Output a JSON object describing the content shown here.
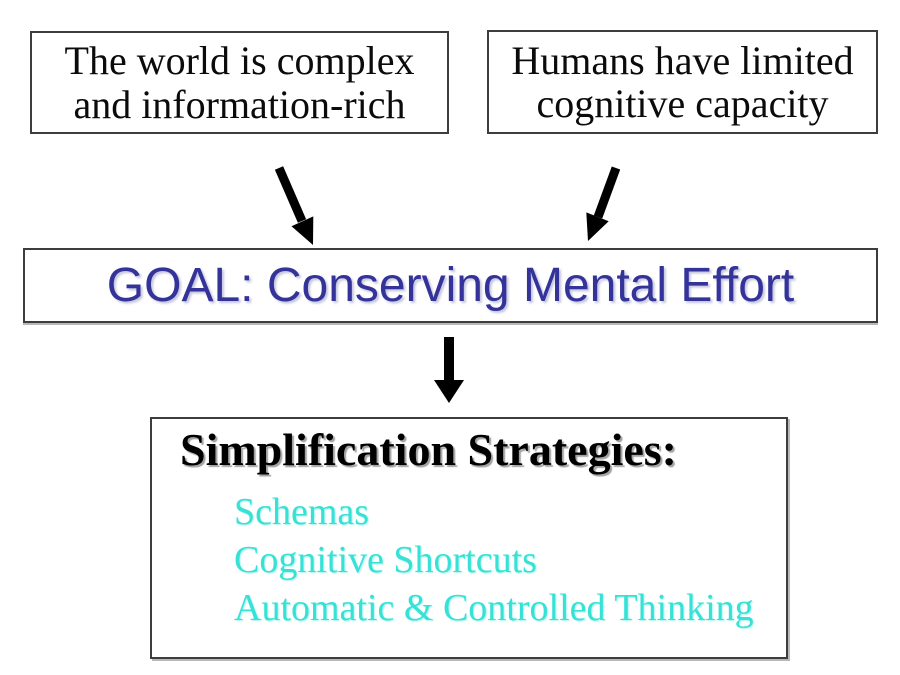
{
  "slide": {
    "background_color": "#ffffff",
    "box_border_color": "#3d3d3d",
    "premise_boxes": [
      {
        "id": "world-complexity",
        "lines": [
          "The world is complex",
          "and information-rich"
        ]
      },
      {
        "id": "limited-cognition",
        "lines": [
          "Humans have limited",
          "cognitive capacity"
        ]
      }
    ],
    "arrows": [
      {
        "icon": "arrow-down-right-icon",
        "color": "#000000"
      },
      {
        "icon": "arrow-down-left-icon",
        "color": "#000000"
      },
      {
        "icon": "arrow-down-icon",
        "color": "#000000"
      }
    ],
    "goal_box": {
      "text": "GOAL: Conserving Mental Effort",
      "text_color": "#333399"
    },
    "strategies_box": {
      "heading": "Simplification Strategies:",
      "heading_color": "#000000",
      "item_color": "#38e1d6",
      "items": [
        "Schemas",
        "Cognitive Shortcuts",
        "Automatic & Controlled Thinking"
      ]
    }
  }
}
